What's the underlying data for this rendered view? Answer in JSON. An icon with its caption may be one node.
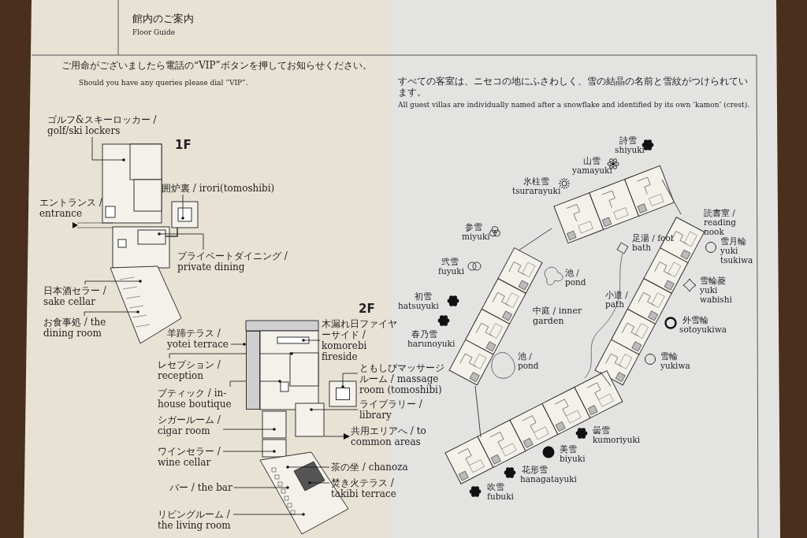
{
  "diagram": {
    "title": "館内のご案内",
    "nodes": [
      {
        "text": [
          "ゴルフ&スキーロッカー / golf/ski lockers"
        ]
      },
      {
        "text": [
          "囲炉裏 / irori(tomoshibi)"
        ]
      },
      {
        "text": [
          "プライベートダイニング / private dining"
        ]
      },
      {
        "text": [
          "日本酒セラー / sake cellar"
        ]
      },
      {
        "text": [
          "お食事処 / the dining room"
        ]
      },
      {
        "text": [
          "羊蹄テラス / yotei terrace"
        ]
      },
      {
        "text": [
          "木漏れ日ファイヤーサイド / komorebi fireside"
        ]
      },
      {
        "text": [
          "レセプション / reception"
        ]
      },
      {
        "text": [
          "ブティック / in-house boutique"
        ]
      },
      {
        "text": [
          "ともしびマッサージルーム / massage room (tomoshibi)"
        ]
      },
      {
        "text": [
          "シガールーム / cigar room"
        ]
      },
      {
        "text": [
          "ライブラリー / library"
        ]
      },
      {
        "text": [
          "ワインセラー / wine cellar"
        ]
      },
      {
        "text": [
          "茶の坐 / chanoza"
        ]
      },
      {
        "text": [
          "バー / the bar"
        ]
      },
      {
        "text": [
          "焚き火テラス / takibi terrace"
        ]
      },
      {
        "text": [
          "リビングルーム / the living room"
        ]
      },
      {
        "text": [
          "共用エリアへ / to common areas"
        ]
      },
      {
        "text": [],
        "shape": "box"
      },
      {
        "text": [],
        "shape": "box"
      }
    ],
    "edges": [
      {
        "from": 0,
        "to": null,
        "arrow": "other"
      },
      {
        "from": 1,
        "to": null,
        "arrow": "other"
      },
      {
        "from": 2,
        "to": null,
        "arrow": "other"
      },
      {
        "from": 3,
        "to": null,
        "arrow": "other"
      },
      {
        "from": 4,
        "to": null,
        "arrow": "other"
      },
      {
        "from": 5,
        "to": 18,
        "arrow": "other"
      },
      {
        "from": 6,
        "to": null,
        "arrow": "other"
      },
      {
        "from": 7,
        "to": null,
        "arrow": "other"
      },
      {
        "from": 8,
        "to": null,
        "arrow": "other"
      },
      {
        "from": 9,
        "to": 19,
        "arrow": "other"
      },
      {
        "from": 10,
        "to": null,
        "arrow": "other"
      },
      {
        "from": 11,
        "to": null,
        "arrow": "other"
      },
      {
        "from": 12,
        "to": null,
        "arrow": "other"
      },
      {
        "from": 13,
        "to": null,
        "arrow": "other"
      },
      {
        "from": 14,
        "to": null,
        "arrow": "other"
      },
      {
        "from": 15,
        "to": null,
        "arrow": "other"
      },
      {
        "from": 16,
        "to": null,
        "arrow": "other"
      },
      {
        "from": null,
        "to": 17,
        "arrow": "to"
      }
    ],
    "labels": [
      "Floor Guide",
      "ご用命がございましたら電話の“VIP”ボタンを押してお知らせください。",
      "Should you have any queries please dial “VIP”.",
      "1F",
      "エントランス / entrance",
      "2F",
      "すべての客室は、ニセコの地にふさわしく、雪の結晶の名前と雪紋がつけられています。",
      "All guest villas are individually named after a snowflake and identified by its own ‘kamon’ (crest).",
      "詩雪",
      "shiyuki",
      "山雪",
      "yamayuki",
      "氷柱雪",
      "tsurarayuki",
      "参雪",
      "miyuki",
      "弐雪",
      "fuyuki",
      "初雪",
      "hatsuyuki",
      "春乃雪",
      "harunoyuki",
      "雪月輪",
      "yuki tsukiwa",
      "雪輪菱",
      "yuki wabishi",
      "外雪輪",
      "sotoyukiwa",
      "雪輪",
      "yukiwa",
      "曇雪",
      "kumoriyuki",
      "美雪",
      "biyuki",
      "花形雪",
      "hanagatayuki",
      "吹雪",
      "fubuki",
      "読書室 / reading nook",
      "足湯 / foot bath",
      "池 / pond",
      "小道 / path",
      "中庭 / inner garden",
      "池 / pond"
    ]
  }
}
